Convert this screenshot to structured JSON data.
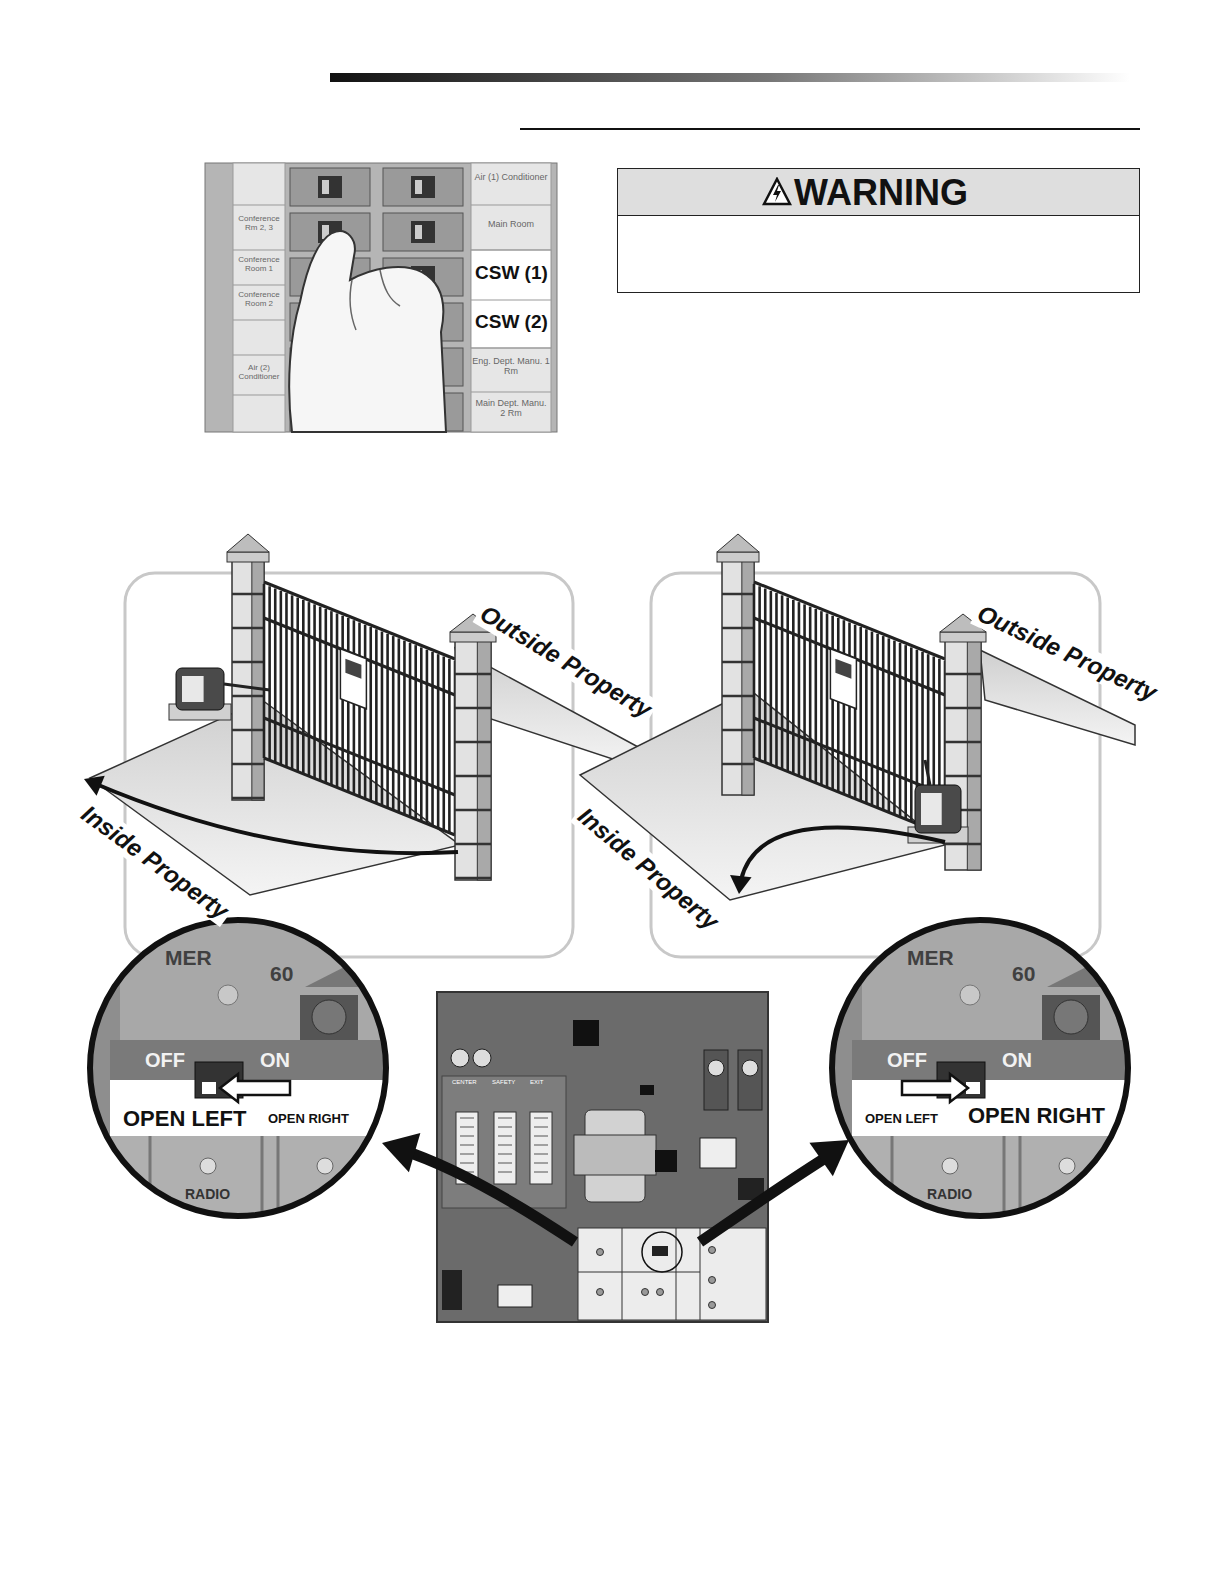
{
  "diagram": {
    "nodes": [
      {
        "text": [
          "WARNING"
        ]
      }
    ],
    "labels": [
      "Conference Rm 2, 3",
      "Conference Room 1",
      "Conference Room 2",
      "Air (2) Conditioner",
      "Air (1) Conditioner",
      "Main Room",
      "CSW (1)",
      "CSW (2)",
      "Eng. Dept. Manu. 1 Rm",
      "Main Dept. Manu. 2 Rm",
      "Outside Property",
      "Inside Property",
      "Outside Property",
      "Inside Property",
      "MER",
      "60",
      "OFF",
      "ON",
      "OPEN LEFT",
      "OPEN RIGHT",
      "RADIO",
      "MER",
      "60",
      "OFF",
      "ON",
      "OPEN LEFT",
      "OPEN RIGHT",
      "RADIO",
      "CENTER",
      "SAFETY",
      "EXIT"
    ]
  }
}
